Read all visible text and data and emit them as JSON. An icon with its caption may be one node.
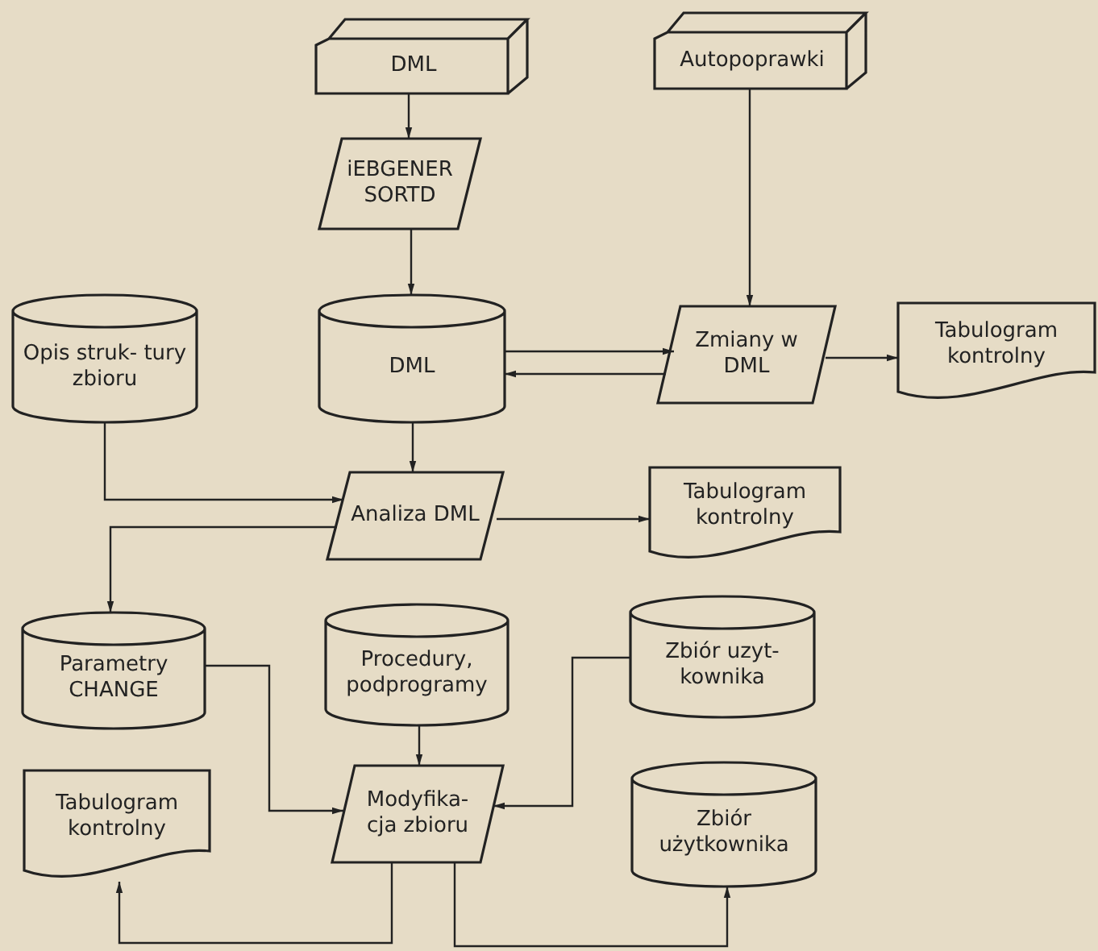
{
  "diagram": {
    "nodes": [
      {
        "text": [
          "DML"
        ]
      },
      {
        "text": [
          "iEBGENER SORTD"
        ]
      },
      {
        "text": [
          "Autopoprawki"
        ]
      },
      {
        "text": [
          "DML"
        ]
      },
      {
        "text": [
          "Opis struk- tury zbioru"
        ]
      },
      {
        "text": [
          "Zmiany w DML"
        ]
      },
      {
        "text": [
          "Tabulogram kontrolny"
        ]
      },
      {
        "text": [
          "Analiza DML"
        ]
      },
      {
        "text": [
          "Tabulogram kontrolny"
        ]
      },
      {
        "text": [
          "Parametry CHANGE"
        ]
      },
      {
        "text": [
          "Procedury, podprogramy"
        ]
      },
      {
        "text": [
          "Zbiór uzyt- kownika"
        ]
      },
      {
        "text": [
          "Tabulogram kontrolny"
        ]
      },
      {
        "text": [
          "Modyfika- cja zbioru"
        ]
      },
      {
        "text": [
          "Zbiór użytkownika"
        ]
      }
    ],
    "edges": [
      {
        "from": 0,
        "to": 1,
        "arrow": "to"
      },
      {
        "from": 1,
        "to": 3,
        "arrow": "to"
      },
      {
        "from": 2,
        "to": 5,
        "arrow": "to"
      },
      {
        "from": 3,
        "to": 5,
        "arrow": "to"
      },
      {
        "from": 5,
        "to": 3,
        "arrow": "to"
      },
      {
        "from": 5,
        "to": 6,
        "arrow": "to"
      },
      {
        "from": 3,
        "to": 7,
        "arrow": "to"
      },
      {
        "from": 4,
        "to": 7,
        "arrow": "to"
      },
      {
        "from": 7,
        "to": 8,
        "arrow": "to"
      },
      {
        "from": 7,
        "to": 9,
        "arrow": "to"
      },
      {
        "from": 9,
        "to": 13,
        "arrow": "to"
      },
      {
        "from": 10,
        "to": 13,
        "arrow": "to"
      },
      {
        "from": 11,
        "to": 13,
        "arrow": "to"
      },
      {
        "from": 13,
        "to": 12,
        "arrow": "to"
      },
      {
        "from": 13,
        "to": 14,
        "arrow": "to"
      }
    ]
  }
}
